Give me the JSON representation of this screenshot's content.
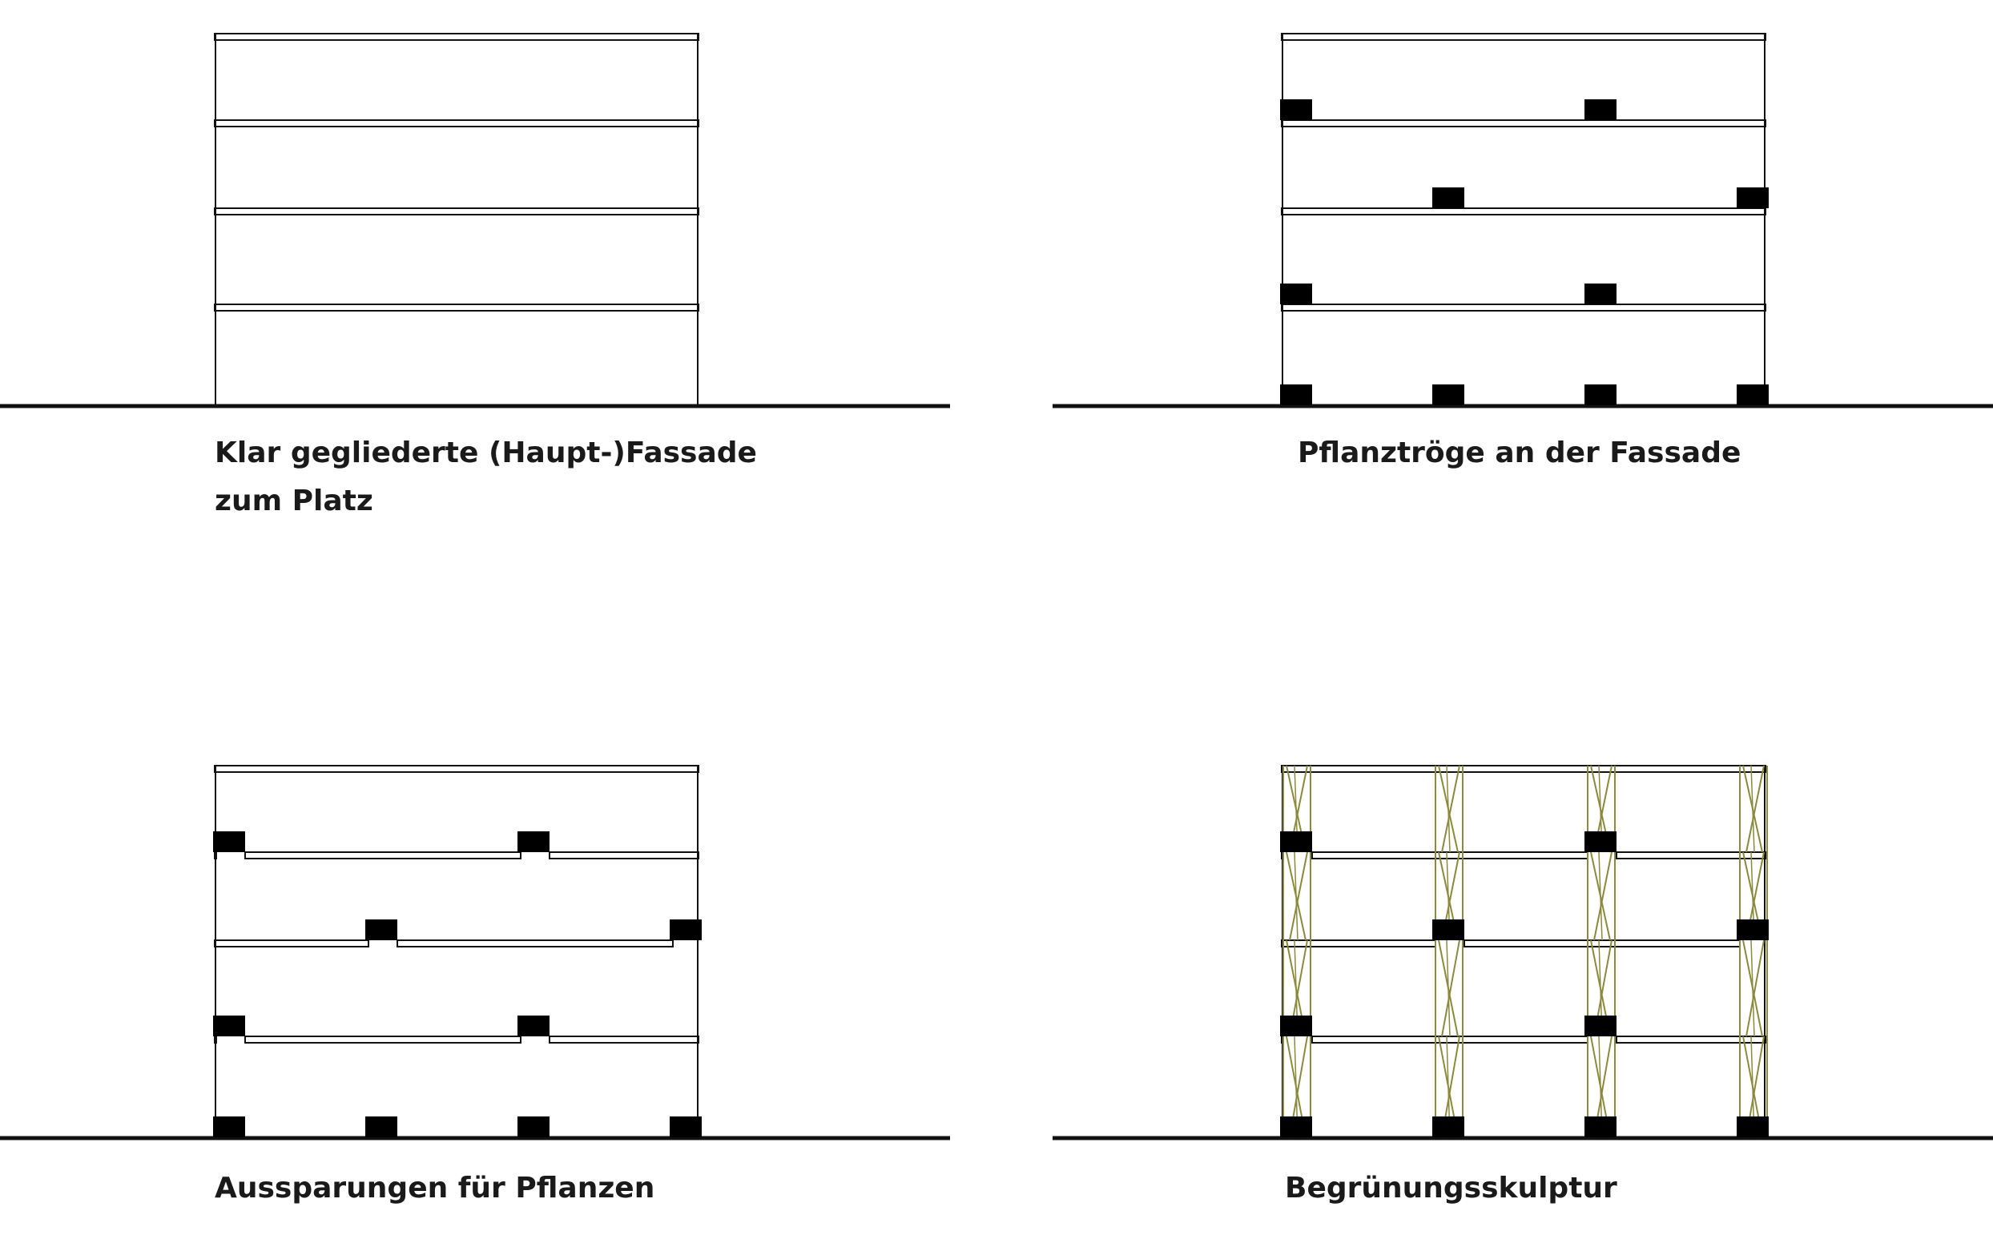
{
  "colors": {
    "line": "#111111",
    "box": "#000000",
    "plant": "#8a8a3c",
    "background": "#ffffff"
  },
  "panels": [
    {
      "id": "facade-plain",
      "variant": "plain",
      "caption_lines": [
        "Klar gegliederte (Haupt-)Fassade",
        "zum Platz"
      ]
    },
    {
      "id": "facade-troughs",
      "variant": "troughs",
      "caption_lines": [
        "Pflanztröge an der Fassade"
      ]
    },
    {
      "id": "facade-recesses",
      "variant": "recesses",
      "caption_lines": [
        "Aussparungen für Pflanzen"
      ]
    },
    {
      "id": "facade-sculpture",
      "variant": "sculpture",
      "caption_lines": [
        "Begrünungsskulptur"
      ]
    }
  ]
}
